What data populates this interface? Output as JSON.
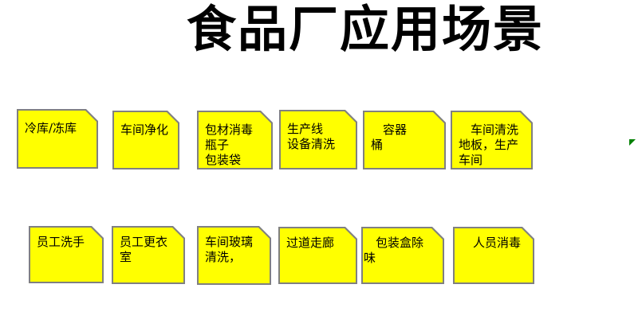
{
  "title": {
    "text": "食品厂应用场景"
  },
  "colors": {
    "background": "#ffffff",
    "note_fill": "#ffff00",
    "note_border": "#808080",
    "text": "#000000",
    "arrow": "#008000"
  },
  "notes": {
    "row1": [
      {
        "id": "cold-storage",
        "text": "冷库/冻库"
      },
      {
        "id": "workshop-purification",
        "text": "车间净化"
      },
      {
        "id": "packaging-material-disinfection",
        "text": "包材消毒\n瓶子\n包装袋"
      },
      {
        "id": "production-line-equipment-cleaning",
        "text": "生产线\n设备清洗"
      },
      {
        "id": "container-bucket",
        "text": "　容器\n桶"
      },
      {
        "id": "workshop-floor-cleaning",
        "text": "　车间清洗\n地板，生产\n车间"
      }
    ],
    "row2": [
      {
        "id": "employee-handwashing",
        "text": "员工洗手"
      },
      {
        "id": "employee-changing-room",
        "text": "员工更衣\n室"
      },
      {
        "id": "workshop-glass-cleaning",
        "text": "车间玻璃\n清洗，"
      },
      {
        "id": "corridor-walkway",
        "text": "过道走廊"
      },
      {
        "id": "packaging-box-deodorization",
        "text": "　包装盒除\n味"
      },
      {
        "id": "personnel-disinfection",
        "text": "　人员消毒"
      }
    ]
  },
  "decorations": {
    "green_arrow_icon": "folded-corner-triangle-ne"
  }
}
